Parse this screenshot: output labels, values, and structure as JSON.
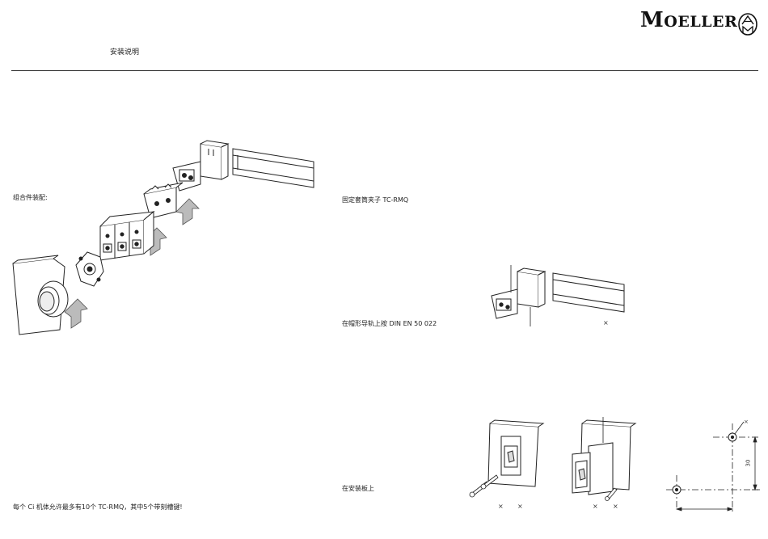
{
  "header": {
    "brand_first": "M",
    "brand_rest": "OELLER",
    "section_title": "安装说明"
  },
  "left_panel": {
    "assembly_caption": "组合件装配:",
    "footer_note": "每个 Ci 机体允许最多有10个 TC-RMQ，其中5个带刻槽键!"
  },
  "right_panel": {
    "snap_caption": "固定套筒夹子 TC-RMQ",
    "rail_caption": "在帽形导轨上按 DIN EN 50 022",
    "panel_caption": "在安装板上",
    "mark_x": "×"
  },
  "dimensions": {
    "vertical": "30"
  },
  "icons": {
    "logo_mark": "am-monogram-icon",
    "arrows": "insertion-arrow-icon",
    "screw": "screw-icon",
    "hole": "mounting-hole-icon"
  }
}
